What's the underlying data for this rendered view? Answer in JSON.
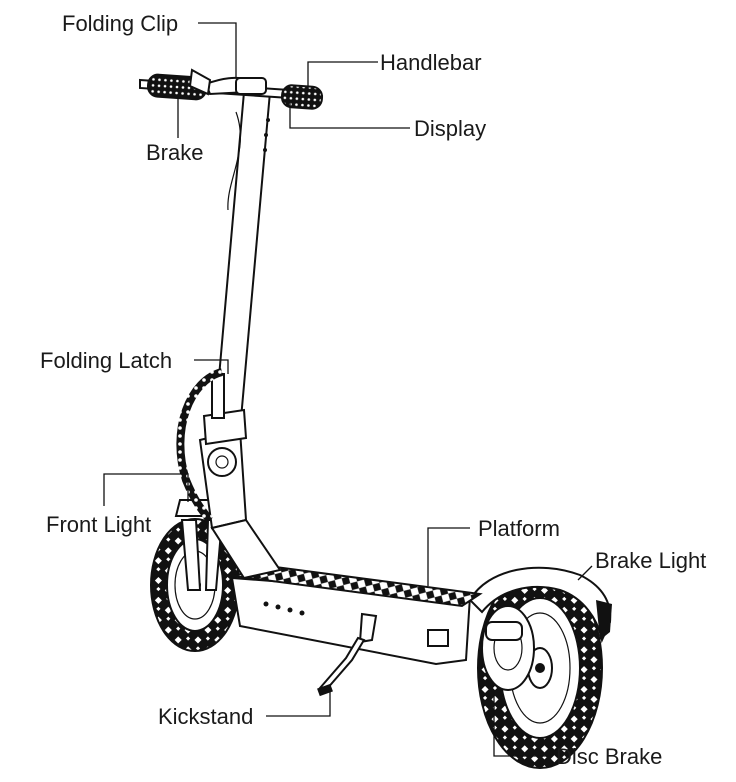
{
  "diagram": {
    "labels": {
      "folding_clip": "Folding Clip",
      "handlebar": "Handlebar",
      "brake": "Brake",
      "display": "Display",
      "folding_latch": "Folding Latch",
      "front_light": "Front Light",
      "platform": "Platform",
      "brake_light": "Brake Light",
      "kickstand": "Kickstand",
      "disc_brake": "Disc Brake"
    }
  }
}
